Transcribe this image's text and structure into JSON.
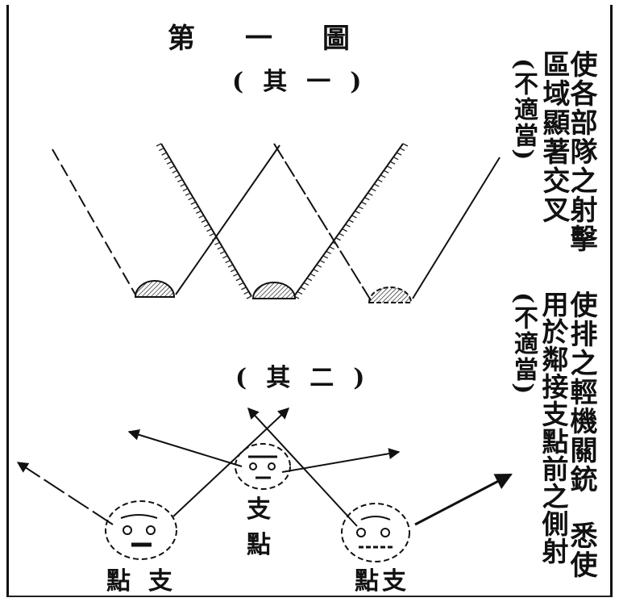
{
  "figure_title": "第一圖",
  "sub1_title": "(其一)",
  "sub2_title": "(其二)",
  "note1": {
    "main_right": "使各部隊之射擊",
    "main_left": "區域顯著交叉",
    "verdict": "(不適當)"
  },
  "note2": {
    "col_right": "使排之輕機關銃",
    "col_mid": "用於鄰接支點前之側射",
    "col_left": "悉使",
    "verdict": "(不適當)"
  },
  "labels": {
    "support_center_a": "支",
    "support_center_b": "點",
    "support_left": "點支",
    "support_right": "點支"
  }
}
